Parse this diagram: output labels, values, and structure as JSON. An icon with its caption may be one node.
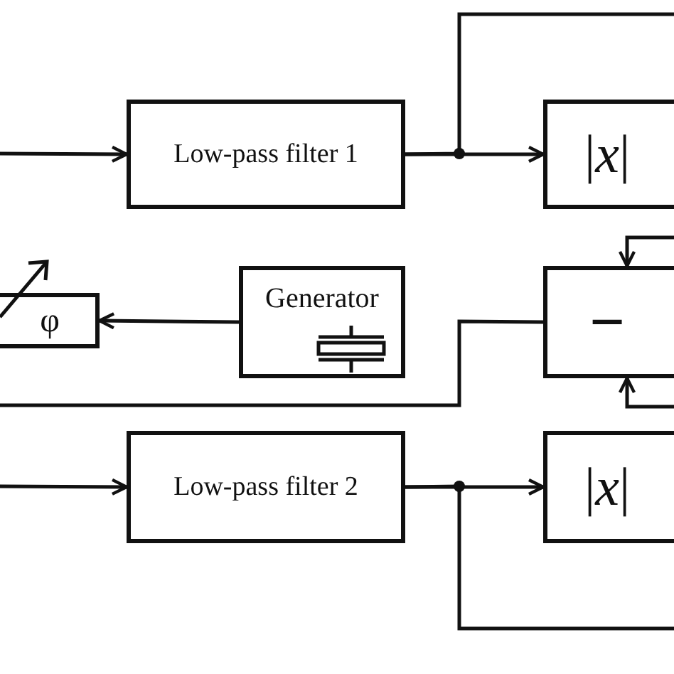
{
  "diagram": {
    "nodes": [
      {
        "text": [
          "Low-pass filter 1"
        ]
      },
      {
        "text": [
          "|*x*|"
        ]
      },
      {
        "text": [
          "φ"
        ]
      },
      {
        "text": [
          "Generator"
        ]
      },
      {
        "text": [
          "−"
        ]
      },
      {
        "text": [
          "Low-pass filter 2"
        ]
      },
      {
        "text": [
          "|*x*|"
        ]
      }
    ],
    "edges": [
      {
        "from": null,
        "to": 0,
        "arrow": "to"
      },
      {
        "from": 0,
        "to": 1,
        "arrow": "to"
      },
      {
        "from": 0,
        "to": null,
        "arrow": "none"
      },
      {
        "from": 3,
        "to": 2,
        "arrow": "to"
      },
      {
        "from": 4,
        "to": null,
        "arrow": "none"
      },
      {
        "from": null,
        "to": 4,
        "arrow": "to"
      },
      {
        "from": null,
        "to": 4,
        "arrow": "to"
      },
      {
        "from": null,
        "to": 5,
        "arrow": "to"
      },
      {
        "from": 5,
        "to": 6,
        "arrow": "to"
      },
      {
        "from": 5,
        "to": null,
        "arrow": "none"
      }
    ]
  }
}
